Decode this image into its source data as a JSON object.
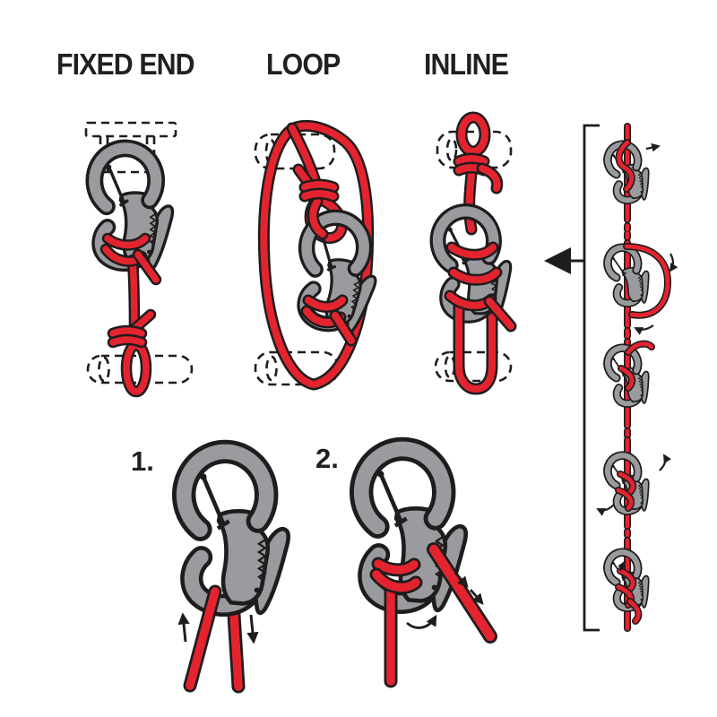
{
  "figure": {
    "columns": [
      {
        "id": "fixed-end",
        "label": "FIXED END"
      },
      {
        "id": "loop",
        "label": "LOOP"
      },
      {
        "id": "inline",
        "label": "INLINE"
      }
    ],
    "steps": [
      {
        "id": "step-1",
        "label": "1."
      },
      {
        "id": "step-2",
        "label": "2."
      }
    ]
  },
  "icons": {
    "sequence_pointer": "left-arrow",
    "step1_left": "up-arrow",
    "step1_right": "down-arrow",
    "step2_rotation": "curved-arrow",
    "step2_pull": "down-right-arrows"
  },
  "colors": {
    "rope": "#e3242f",
    "device": "#9a9b9e",
    "outline": "#1f1c1d",
    "ink": "#231f20",
    "background": "#ffffff"
  }
}
